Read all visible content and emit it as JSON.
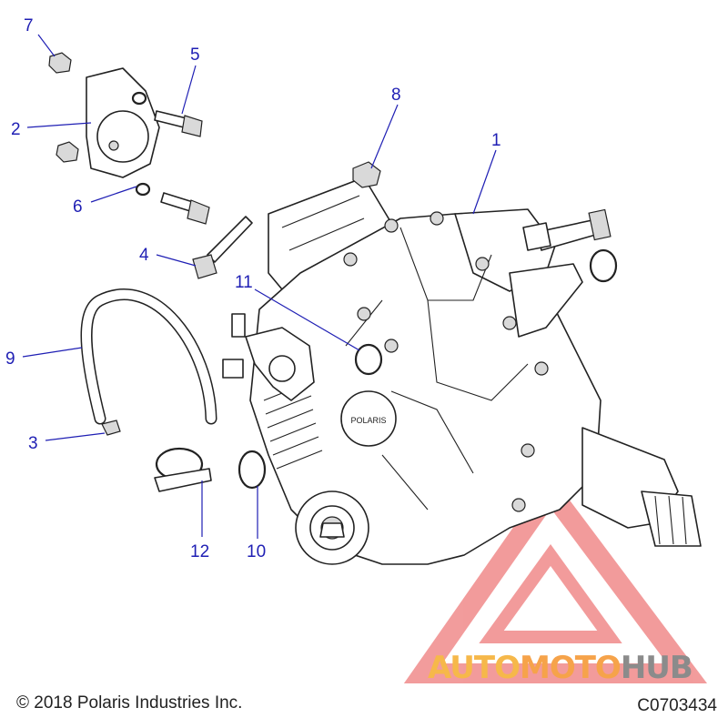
{
  "callouts": [
    "1",
    "2",
    "3",
    "4",
    "5",
    "6",
    "7",
    "8",
    "9",
    "10",
    "11",
    "12"
  ],
  "footer": {
    "copyright": "© 2018 Polaris Industries Inc.",
    "drawing_id": "C0703434"
  },
  "watermark": {
    "part1": "AUTO",
    "part2": "MOTO",
    "part3": "HUB",
    "color_red": "#e84a4a",
    "color_orange": "#f6a34a",
    "color_gray": "#8b8b8b"
  },
  "brand_emboss": "POLARIS",
  "colors": {
    "callout": "#1f1fb4",
    "line": "#222222"
  }
}
